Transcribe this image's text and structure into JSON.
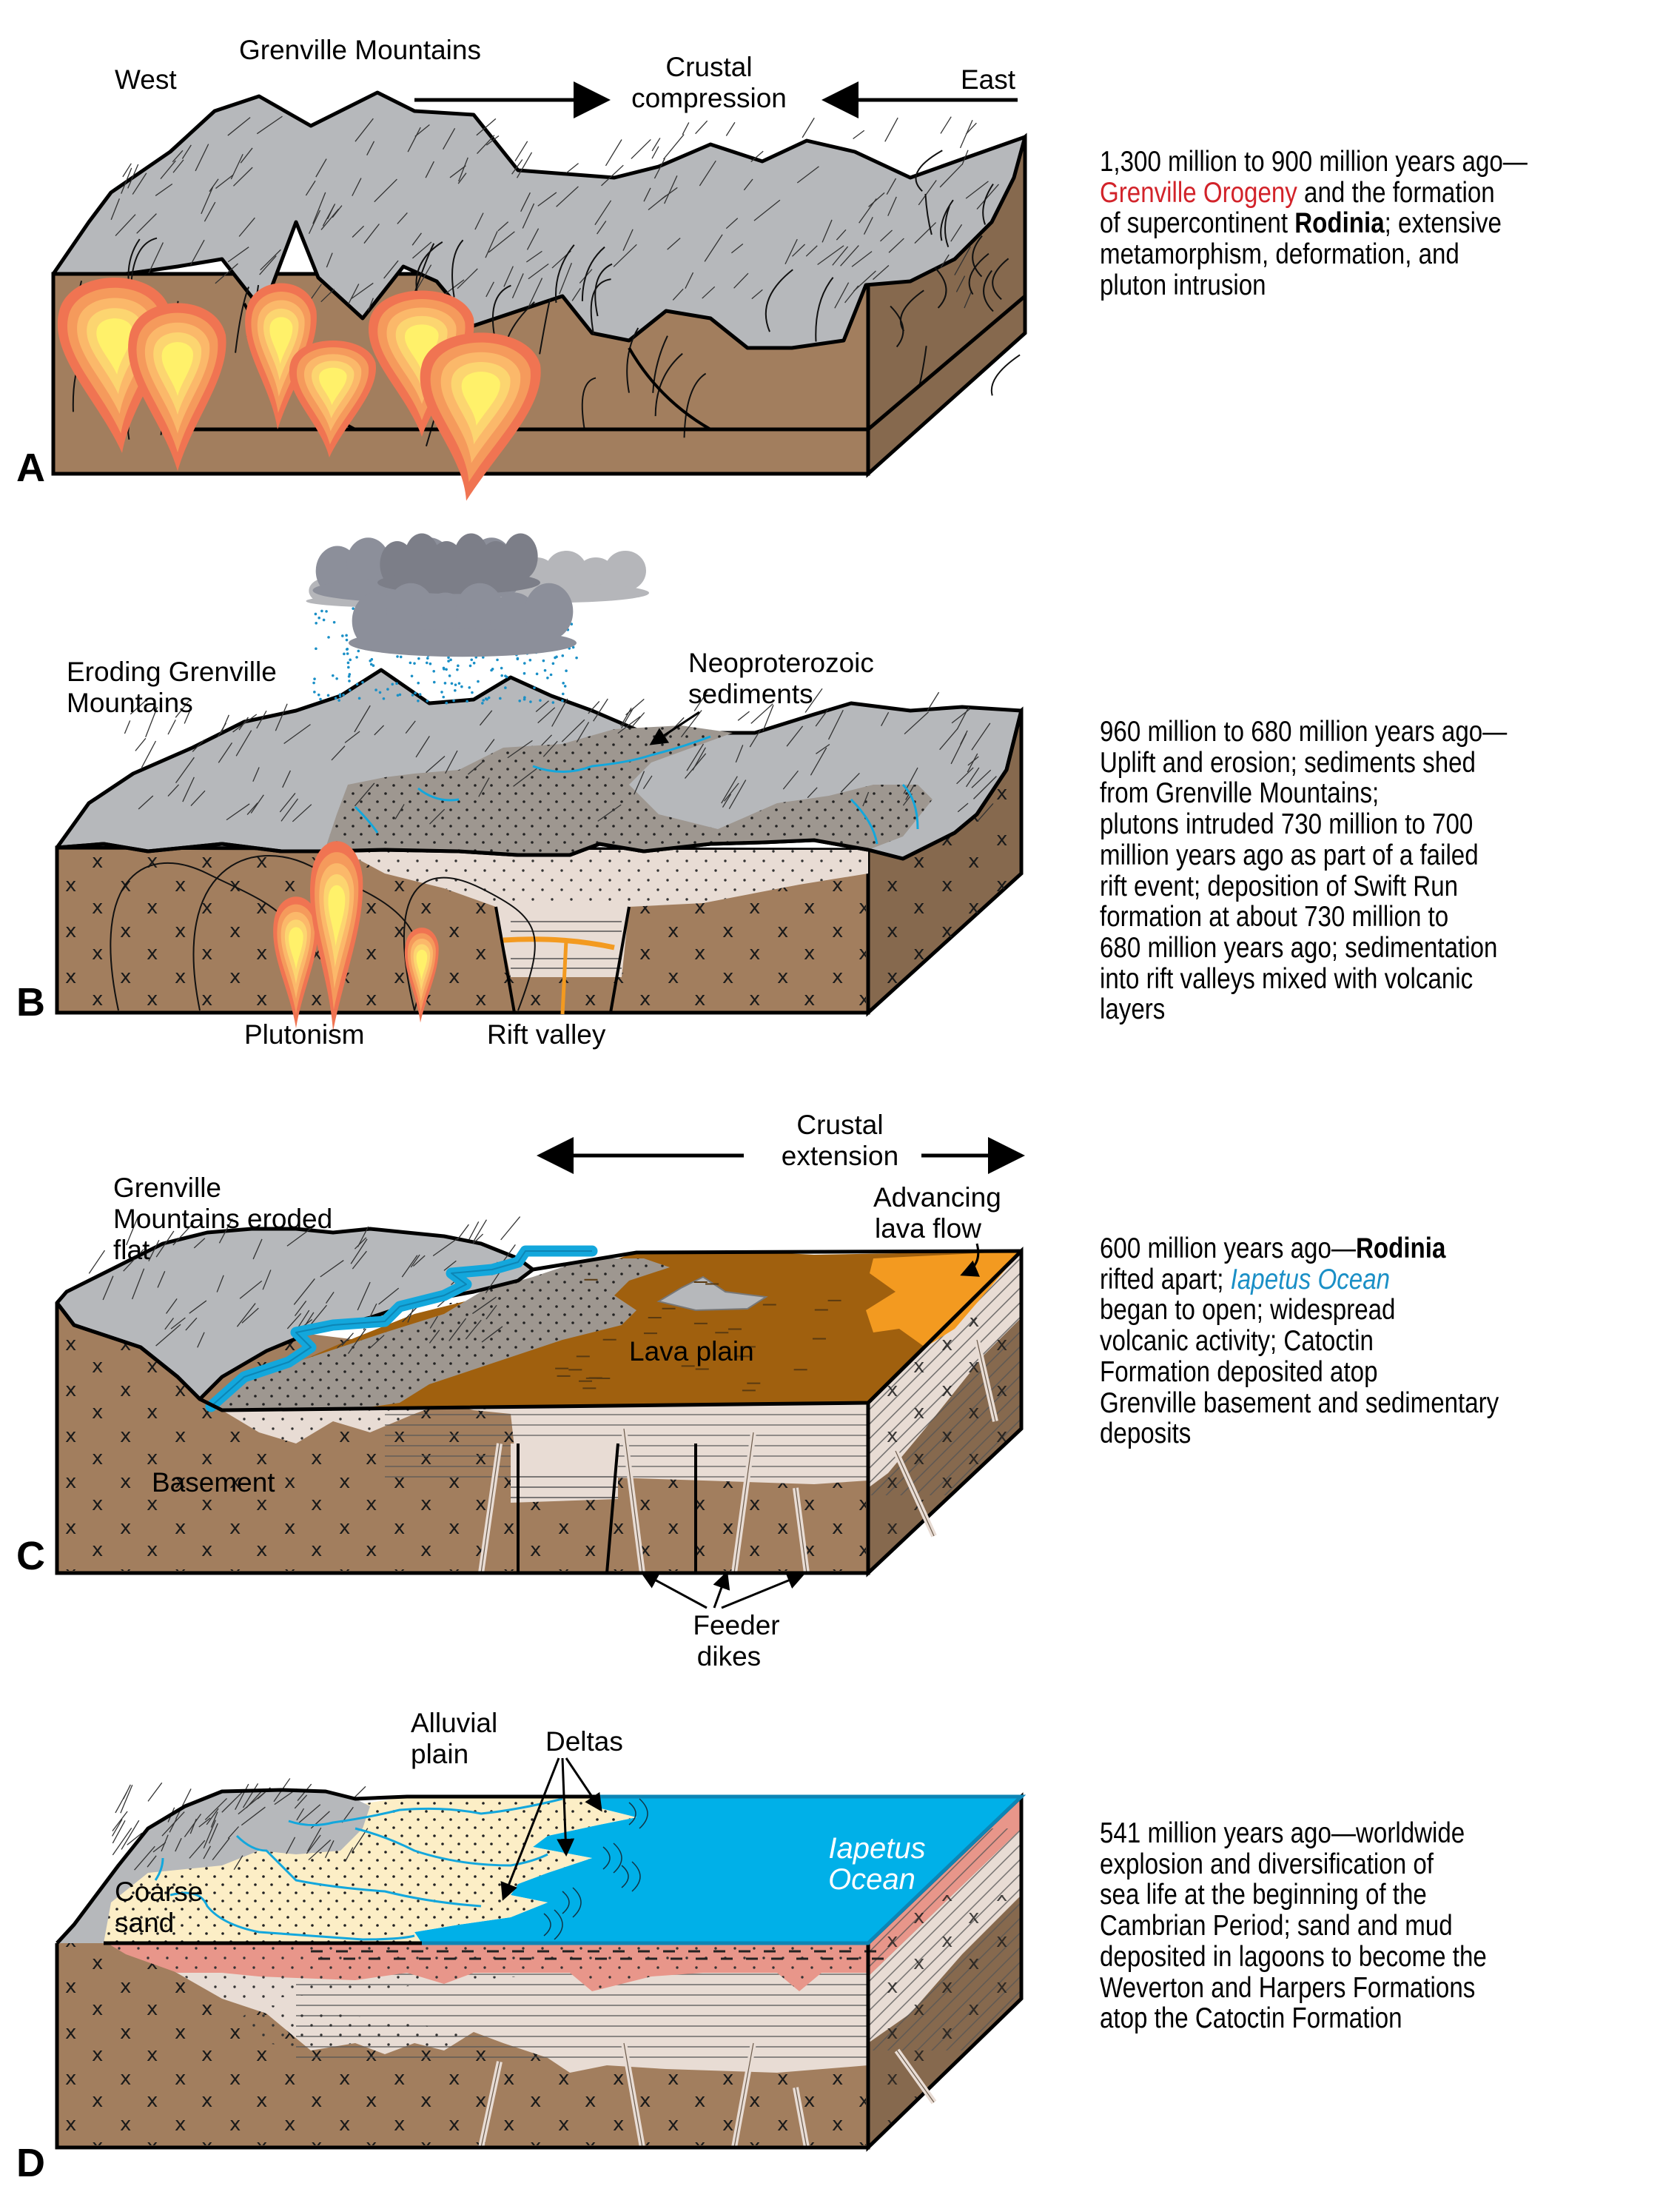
{
  "figure": {
    "panels": [
      {
        "letter": "A",
        "labels": {
          "west": "West",
          "east": "East",
          "mountains": "Grenville Mountains",
          "compression_line1": "Crustal",
          "compression_line2": "compression"
        },
        "description": {
          "lines": [
            [
              {
                "text": "1,300 million to 900 million years ago—",
                "style": "normal"
              }
            ],
            [
              {
                "text": "Grenville Orogeny",
                "style": "red"
              },
              {
                "text": " and the formation",
                "style": "normal"
              }
            ],
            [
              {
                "text": "of supercontinent ",
                "style": "normal"
              },
              {
                "text": "Rodinia",
                "style": "bold"
              },
              {
                "text": "; extensive",
                "style": "normal"
              }
            ],
            [
              {
                "text": "metamorphism, deformation, and",
                "style": "normal"
              }
            ],
            [
              {
                "text": "pluton intrusion",
                "style": "normal"
              }
            ]
          ]
        }
      },
      {
        "letter": "B",
        "labels": {
          "eroding_line1": "Eroding Grenville",
          "eroding_line2": "Mountains",
          "neo_line1": "Neoproterozoic",
          "neo_line2": "sediments",
          "plutonism": "Plutonism",
          "rift_valley": "Rift valley"
        },
        "description": {
          "lines": [
            [
              {
                "text": "960 million to 680 million years ago—",
                "style": "normal"
              }
            ],
            [
              {
                "text": "Uplift and erosion; sediments shed",
                "style": "normal"
              }
            ],
            [
              {
                "text": "from Grenville Mountains;",
                "style": "normal"
              }
            ],
            [
              {
                "text": "plutons intruded 730 million to 700",
                "style": "normal"
              }
            ],
            [
              {
                "text": "million years ago as part of a failed",
                "style": "normal"
              }
            ],
            [
              {
                "text": "rift event; deposition of Swift Run",
                "style": "normal"
              }
            ],
            [
              {
                "text": "formation at about 730 million to",
                "style": "normal"
              }
            ],
            [
              {
                "text": "680 million years ago; sedimentation",
                "style": "normal"
              }
            ],
            [
              {
                "text": "into rift valleys mixed with volcanic",
                "style": "normal"
              }
            ],
            [
              {
                "text": "layers",
                "style": "normal"
              }
            ]
          ]
        }
      },
      {
        "letter": "C",
        "labels": {
          "extension_line1": "Crustal",
          "extension_line2": "extension",
          "eroded_line1": "Grenville",
          "eroded_line2": "Mountains eroded",
          "eroded_line3": "flat",
          "lava_flow_line1": "Advancing",
          "lava_flow_line2": "lava flow",
          "lava_plain": "Lava plain",
          "basement": "Basement",
          "feeder_line1": "Feeder",
          "feeder_line2": "dikes"
        },
        "description": {
          "lines": [
            [
              {
                "text": "600 million years ago—",
                "style": "normal"
              },
              {
                "text": "Rodinia",
                "style": "bold"
              }
            ],
            [
              {
                "text": "rifted apart; ",
                "style": "normal"
              },
              {
                "text": "Iapetus Ocean",
                "style": "blue"
              }
            ],
            [
              {
                "text": "began to open; widespread",
                "style": "normal"
              }
            ],
            [
              {
                "text": "volcanic activity; Catoctin",
                "style": "normal"
              }
            ],
            [
              {
                "text": "Formation deposited atop",
                "style": "normal"
              }
            ],
            [
              {
                "text": "Grenville basement and sedimentary",
                "style": "normal"
              }
            ],
            [
              {
                "text": "deposits",
                "style": "normal"
              }
            ]
          ]
        }
      },
      {
        "letter": "D",
        "labels": {
          "alluvial_line1": "Alluvial",
          "alluvial_line2": "plain",
          "deltas": "Deltas",
          "coarse_line1": "Coarse",
          "coarse_line2": "sand",
          "ocean_line1": "Iapetus",
          "ocean_line2": "Ocean"
        },
        "description": {
          "lines": [
            [
              {
                "text": "541 million years ago—worldwide",
                "style": "normal"
              }
            ],
            [
              {
                "text": "explosion and diversification of",
                "style": "normal"
              }
            ],
            [
              {
                "text": "sea life at the beginning of the",
                "style": "normal"
              }
            ],
            [
              {
                "text": "Cambrian Period; sand and mud",
                "style": "normal"
              }
            ],
            [
              {
                "text": "deposited in lagoons to become the",
                "style": "normal"
              }
            ],
            [
              {
                "text": "Weverton and Harpers Formations",
                "style": "normal"
              }
            ],
            [
              {
                "text": "atop the Catoctin Formation",
                "style": "normal"
              }
            ]
          ]
        }
      }
    ],
    "colors": {
      "basement_front": "#a27e5e",
      "basement_side": "#86694e",
      "mountain_gray": "#b6b8bb",
      "sediment_gray": "#9e9790",
      "pale_layer": "#e8dcd4",
      "lava_plain": "#a0600e",
      "lava_flow": "#f39a20",
      "river_blue": "#13a7dc",
      "ocean_blue": "#00b0e8",
      "sand": "#fceec6",
      "salmon_layer": "#e8968a",
      "pluton_rings": [
        "#f07452",
        "#f59a5c",
        "#fbb86a",
        "#fcd570",
        "#fff16a"
      ],
      "cloud_dark": "#7c7e88",
      "cloud_mid": "#8c8f9a",
      "cloud_light": "#b5b6ba",
      "rain": "#1a8fc6",
      "orogeny_red": "#d2232a",
      "iapetus_blue": "#1a8fc6"
    }
  }
}
